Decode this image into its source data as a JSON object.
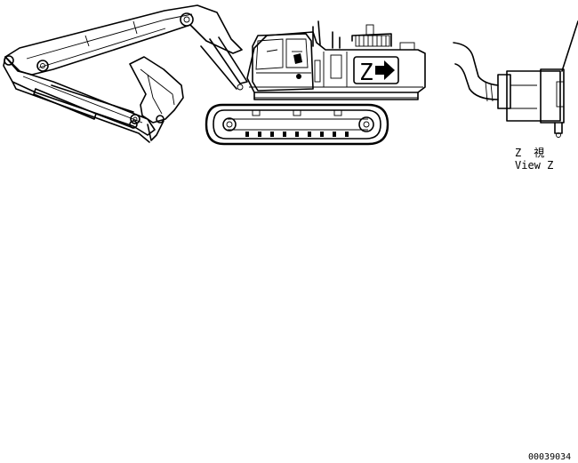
{
  "view_marker": "Z",
  "view_caption": {
    "jp": "Z　視",
    "en": "View Z"
  },
  "drawing_number": "00039034"
}
